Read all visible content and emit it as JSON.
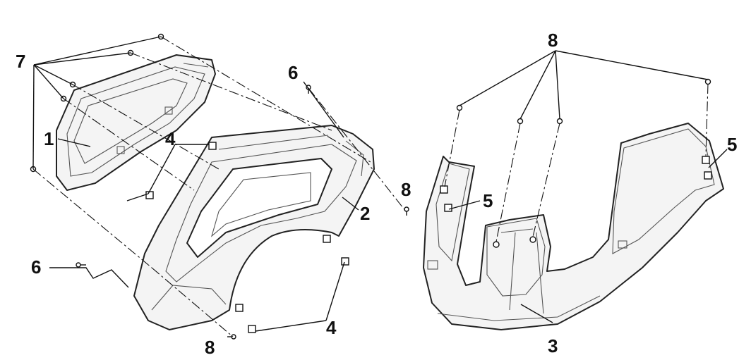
{
  "diagram": {
    "type": "exploded-parts-diagram",
    "callouts": {
      "c1": "1",
      "c2": "2",
      "c3": "3",
      "c4a": "4",
      "c4b": "4",
      "c5a": "5",
      "c5b": "5",
      "c6a": "6",
      "c6b": "6",
      "c7": "7",
      "c8a": "8",
      "c8b": "8",
      "c8c": "8"
    },
    "parts": [
      {
        "ref": "1",
        "icon": "instrument-cluster-icon"
      },
      {
        "ref": "2",
        "icon": "front-cover-icon"
      },
      {
        "ref": "3",
        "icon": "inner-panel-icon"
      },
      {
        "ref": "4",
        "icon": "clip-nut-icon"
      },
      {
        "ref": "5",
        "icon": "clip-nut-icon"
      },
      {
        "ref": "6",
        "icon": "screw-icon"
      },
      {
        "ref": "7",
        "icon": "screw-icon"
      },
      {
        "ref": "8",
        "icon": "screw-icon"
      }
    ],
    "colors": {
      "line": "#222222",
      "background": "#ffffff"
    }
  }
}
